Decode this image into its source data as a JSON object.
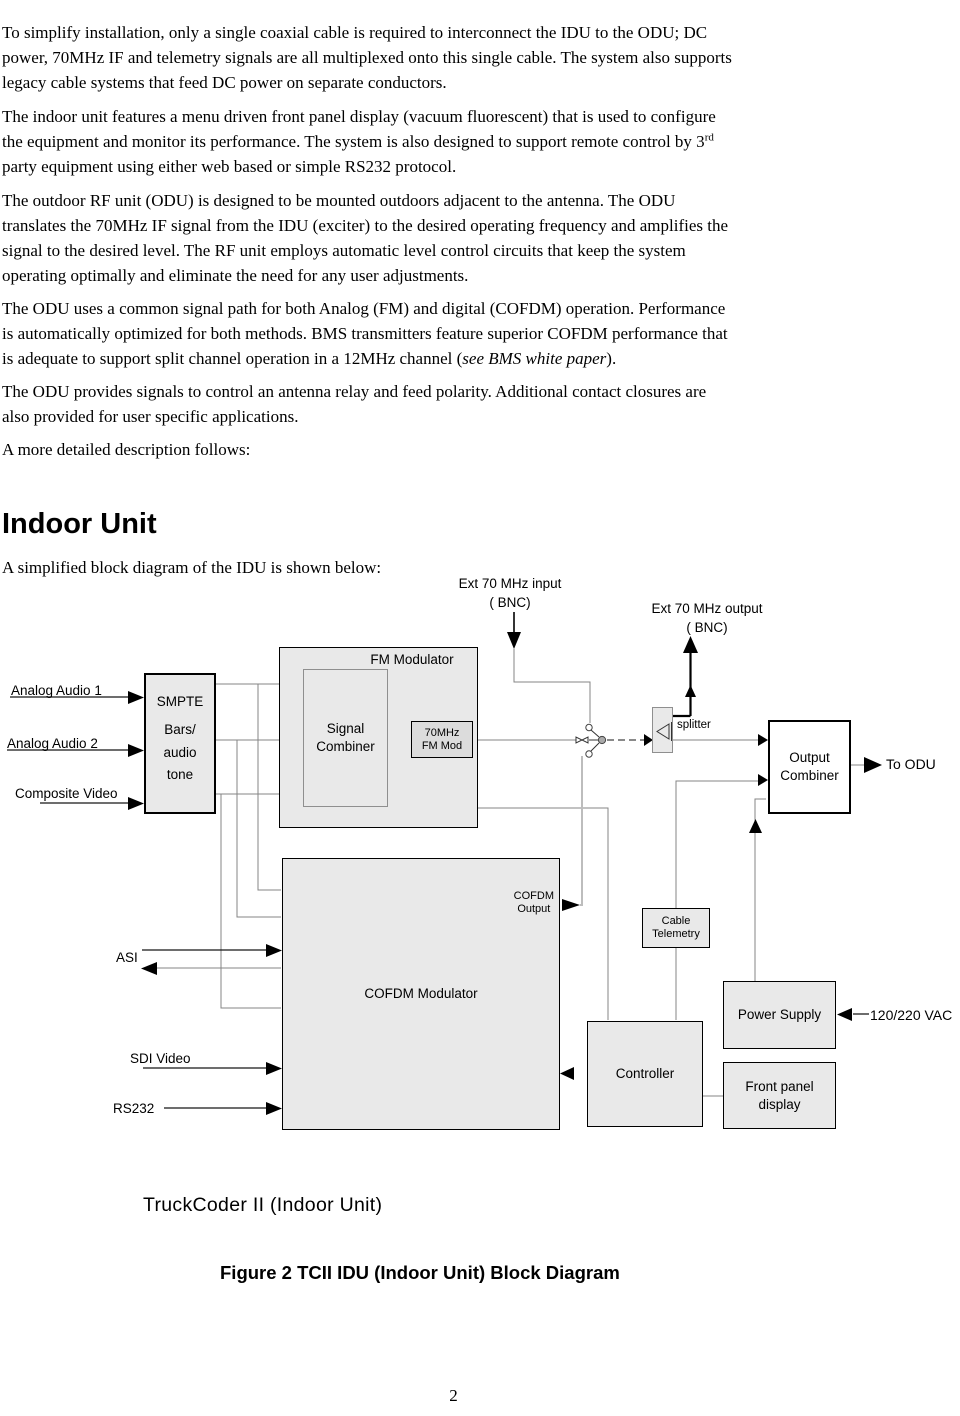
{
  "doc": {
    "p1": "To simplify installation, only a single coaxial cable is required to interconnect the IDU to the ODU; DC\npower, 70MHz IF and telemetry signals are all multiplexed onto this single cable. The system also supports\nlegacy cable systems that feed DC power on separate conductors.",
    "p2_pre": "The indoor unit features a menu driven front panel display (vacuum fluorescent) that is used to configure\nthe equipment and monitor its performance. The system is also designed to support remote control by 3",
    "p2_sup": "rd",
    "p2_post": "\nparty equipment using either web based or simple RS232 protocol.",
    "p3": "The outdoor RF unit (ODU) is designed to be mounted outdoors adjacent to the antenna. The ODU\ntranslates the 70MHz IF signal from the IDU (exciter) to the desired operating frequency and amplifies the\nsignal to the desired level. The RF unit employs automatic level control circuits that keep the system\noperating optimally and eliminate the need for any user adjustments.",
    "p4_pre": "The ODU uses a common signal path for both Analog (FM) and digital (COFDM) operation. Performance\nis automatically optimized for both methods. BMS transmitters feature superior COFDM performance that\nis adequate to support split channel operation in a 12MHz channel (",
    "p4_italic": "see BMS white paper",
    "p4_close": ").",
    "p5": "The ODU provides signals to control an antenna relay and feed polarity. Additional contact closures are\nalso provided for user specific applications.",
    "p6": "A more detailed description follows:",
    "heading": "Indoor Unit",
    "p7": "A simplified block diagram of the IDU is shown below:",
    "page_number": "2"
  },
  "figure": {
    "diagram_title": "TruckCoder II (Indoor Unit)",
    "caption": "Figure 2 TCII IDU (Indoor Unit) Block Diagram"
  },
  "diagram": {
    "colors": {
      "box_fill": "#e9e9e9",
      "box_fill_dark": "#dcdcdc",
      "wire_gray": "#848484",
      "wire_light": "#bdbdbd",
      "wire_black": "#000000"
    },
    "labels": {
      "ext_input": "Ext 70 MHz input\n( BNC)",
      "ext_output": "Ext 70 MHz output\n( BNC)",
      "fm_modulator": "FM Modulator",
      "signal_combiner": "Signal\nCombiner",
      "fm_mod_70": "70MHz\nFM Mod",
      "smpte": "SMPTE",
      "smpte_sub": "Bars/\naudio\ntone",
      "splitter": "splitter",
      "output_combiner": "Output\nCombiner",
      "to_odu": "To ODU",
      "analog_audio_1": "Analog Audio 1",
      "analog_audio_2": "Analog Audio 2",
      "composite_video": "Composite Video",
      "cofdm_output": "COFDM\nOutput",
      "cofdm_modulator": "COFDM Modulator",
      "asi": "ASI",
      "sdi_video": "SDI Video",
      "rs232": "RS232",
      "cable_telemetry": "Cable\nTelemetry",
      "controller": "Controller",
      "power_supply": "Power Supply",
      "front_panel": "Front panel\ndisplay",
      "vac": "120/220 VAC"
    }
  }
}
